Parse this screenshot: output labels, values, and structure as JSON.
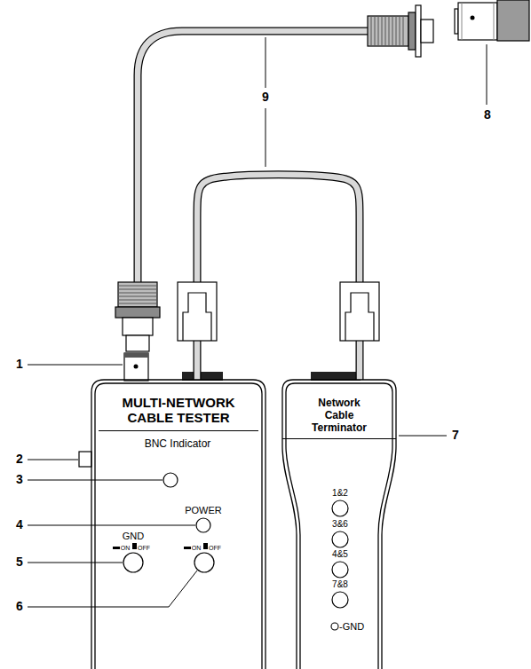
{
  "diagram": {
    "nodes": [
      {
        "text": [
          "MULTI-NETWORK CABLE TESTER"
        ]
      },
      {
        "text": [
          "Network Cable Terminator"
        ]
      }
    ],
    "edges": [
      {
        "from": 0,
        "to": 1,
        "arrow": "none"
      }
    ],
    "labels": [
      "1",
      "2",
      "3",
      "4",
      "5",
      "6",
      "7",
      "8",
      "9",
      "BNC Indicator",
      "POWER",
      "GND",
      "ON",
      "OFF",
      "ON",
      "OFF",
      "1&2",
      "3&6",
      "4&5",
      "7&8",
      "-GND"
    ]
  }
}
